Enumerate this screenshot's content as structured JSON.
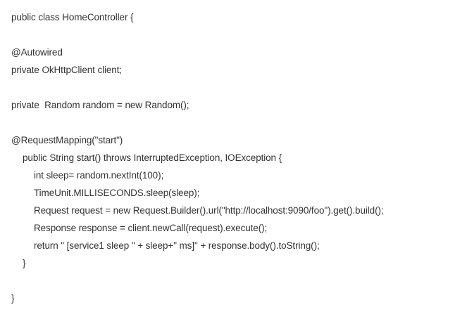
{
  "code": {
    "lines": [
      "public class HomeController {",
      "@Autowired",
      "private OkHttpClient client;",
      "private  Random random = new Random();",
      "@RequestMapping(\"start\")",
      "public String start() throws InterruptedException, IOException {",
      "int sleep= random.nextInt(100);",
      "TimeUnit.MILLISECONDS.sleep(sleep);",
      "Request request = new Request.Builder().url(\"http://localhost:9090/foo\").get().build();",
      "Response response = client.newCall(request).execute();",
      "return \" [service1 sleep \" + sleep+\" ms]\" + response.body().toString();",
      "}",
      "}"
    ]
  }
}
